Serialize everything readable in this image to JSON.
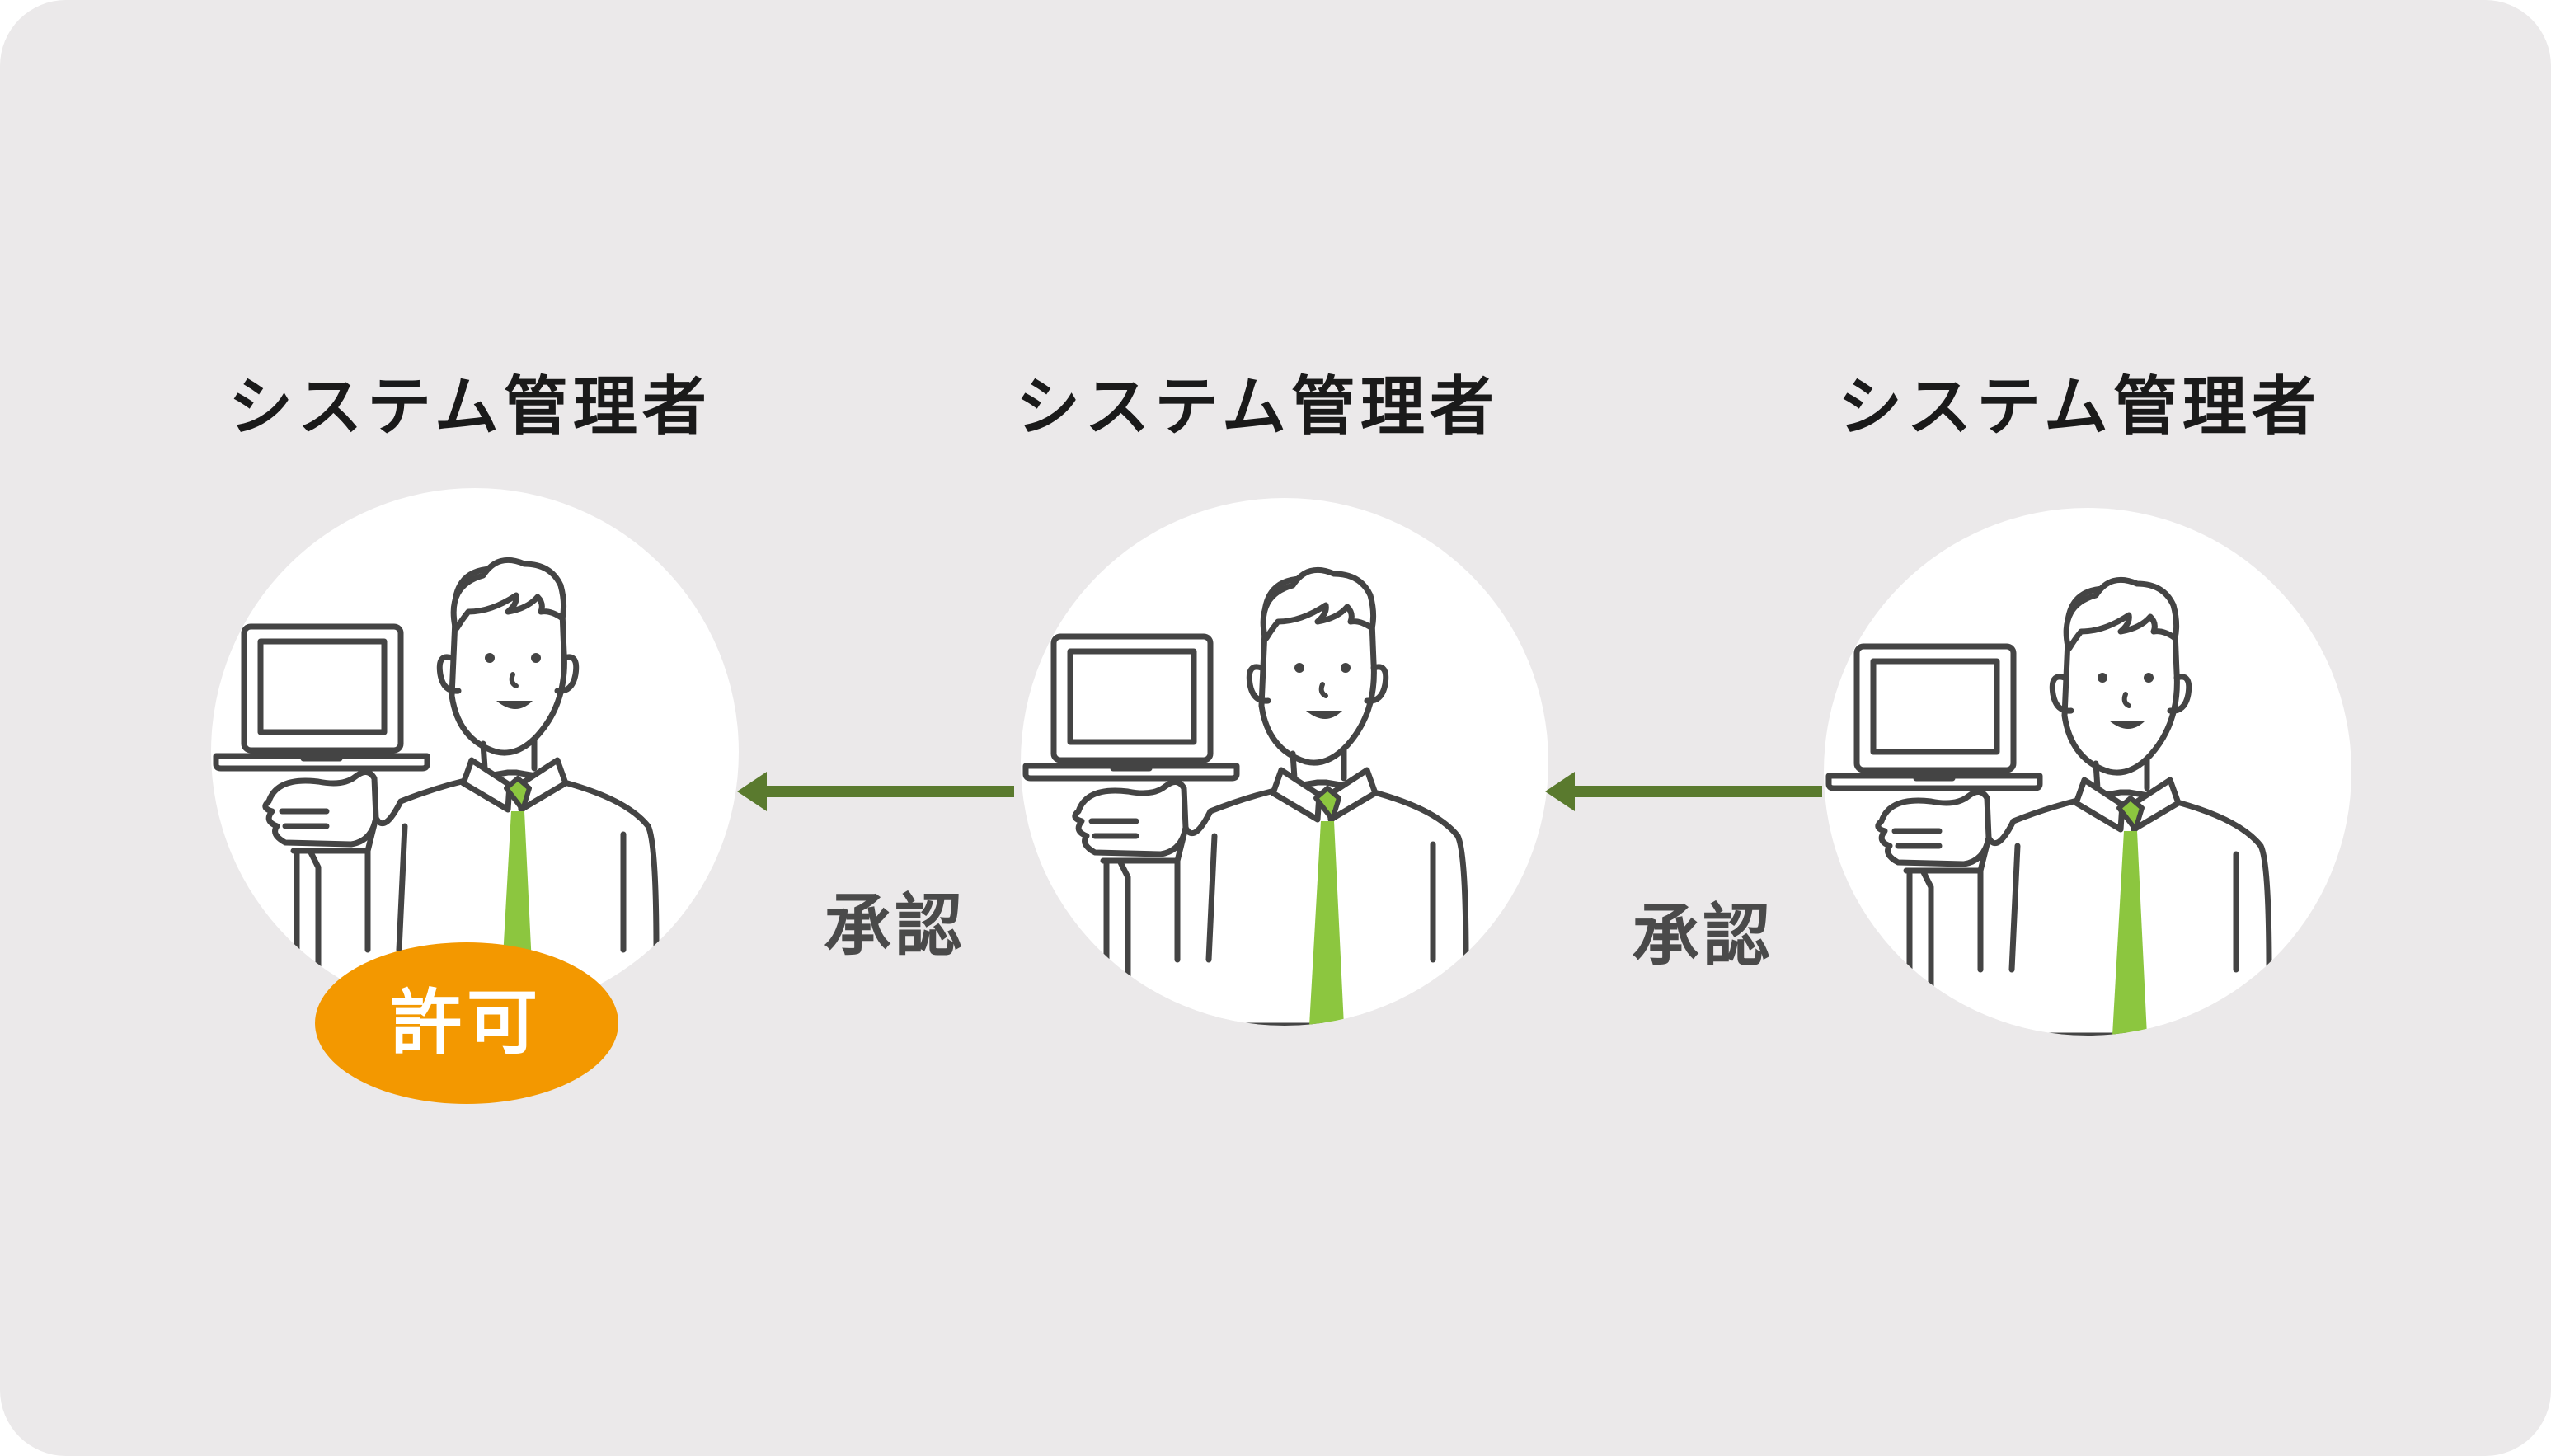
{
  "nodes": [
    {
      "role": "システム管理者"
    },
    {
      "role": "システム管理者"
    },
    {
      "role": "システム管理者"
    }
  ],
  "edges": [
    {
      "label": "承認"
    },
    {
      "label": "承認"
    }
  ],
  "result_badge": {
    "label": "許可"
  },
  "colors": {
    "panel_background": "#ebe9ea",
    "arrow": "#5a7a2e",
    "tie": "#8cc63f",
    "badge": "#f39800",
    "line_art": "#444444"
  }
}
